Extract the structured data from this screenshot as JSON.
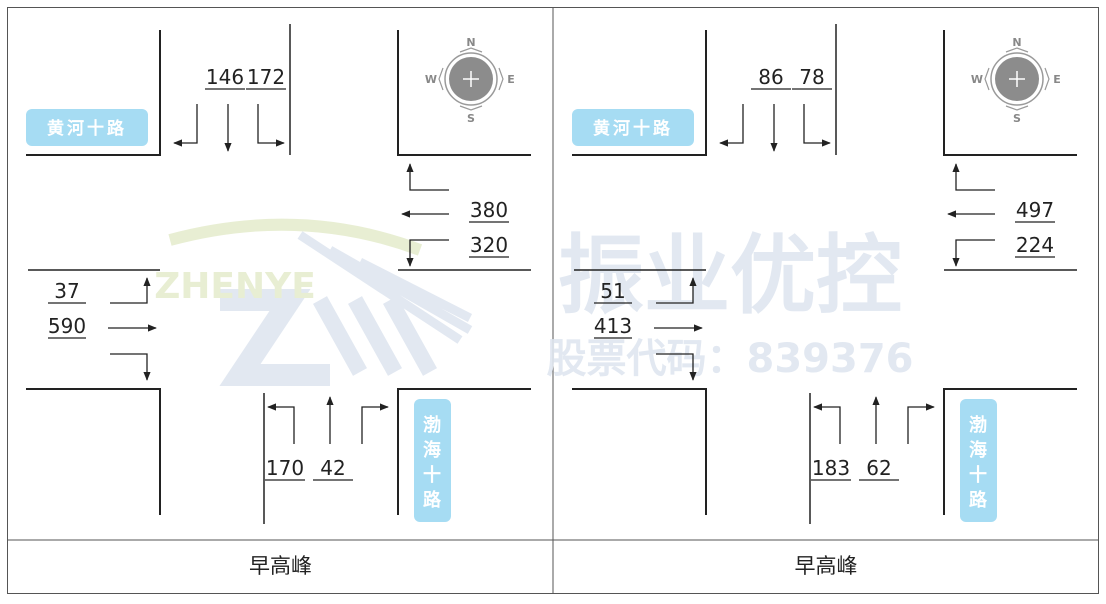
{
  "panels": [
    {
      "caption": "早高峰",
      "roads": {
        "ew_label": "黄河十路",
        "ns_label": [
          "渤",
          "海",
          "十",
          "路"
        ]
      },
      "compass": {
        "n": "N",
        "s": "S",
        "e": "E",
        "w": "W"
      },
      "volumes": {
        "north_left": "146",
        "north_right": "172",
        "east_top": "380",
        "east_bottom": "320",
        "west_top": "37",
        "west_bottom": "590",
        "south_left": "170",
        "south_right": "42"
      }
    },
    {
      "caption": "早高峰",
      "roads": {
        "ew_label": "黄河十路",
        "ns_label": [
          "渤",
          "海",
          "十",
          "路"
        ]
      },
      "compass": {
        "n": "N",
        "s": "S",
        "e": "E",
        "w": "W"
      },
      "volumes": {
        "north_left": "86",
        "north_right": "78",
        "east_top": "497",
        "east_bottom": "224",
        "west_top": "51",
        "west_bottom": "413",
        "south_left": "183",
        "south_right": "62"
      }
    }
  ],
  "watermark": {
    "logo_text": "ZHENYE",
    "company": "振业优控",
    "stock": "股票代码：839376"
  },
  "colors": {
    "road_label_bg": "#a6dcf3",
    "road_label_text": "#ffffff",
    "line": "#222222",
    "compass_fill": "#8c8c8c",
    "watermark": "#dfe6f0"
  }
}
